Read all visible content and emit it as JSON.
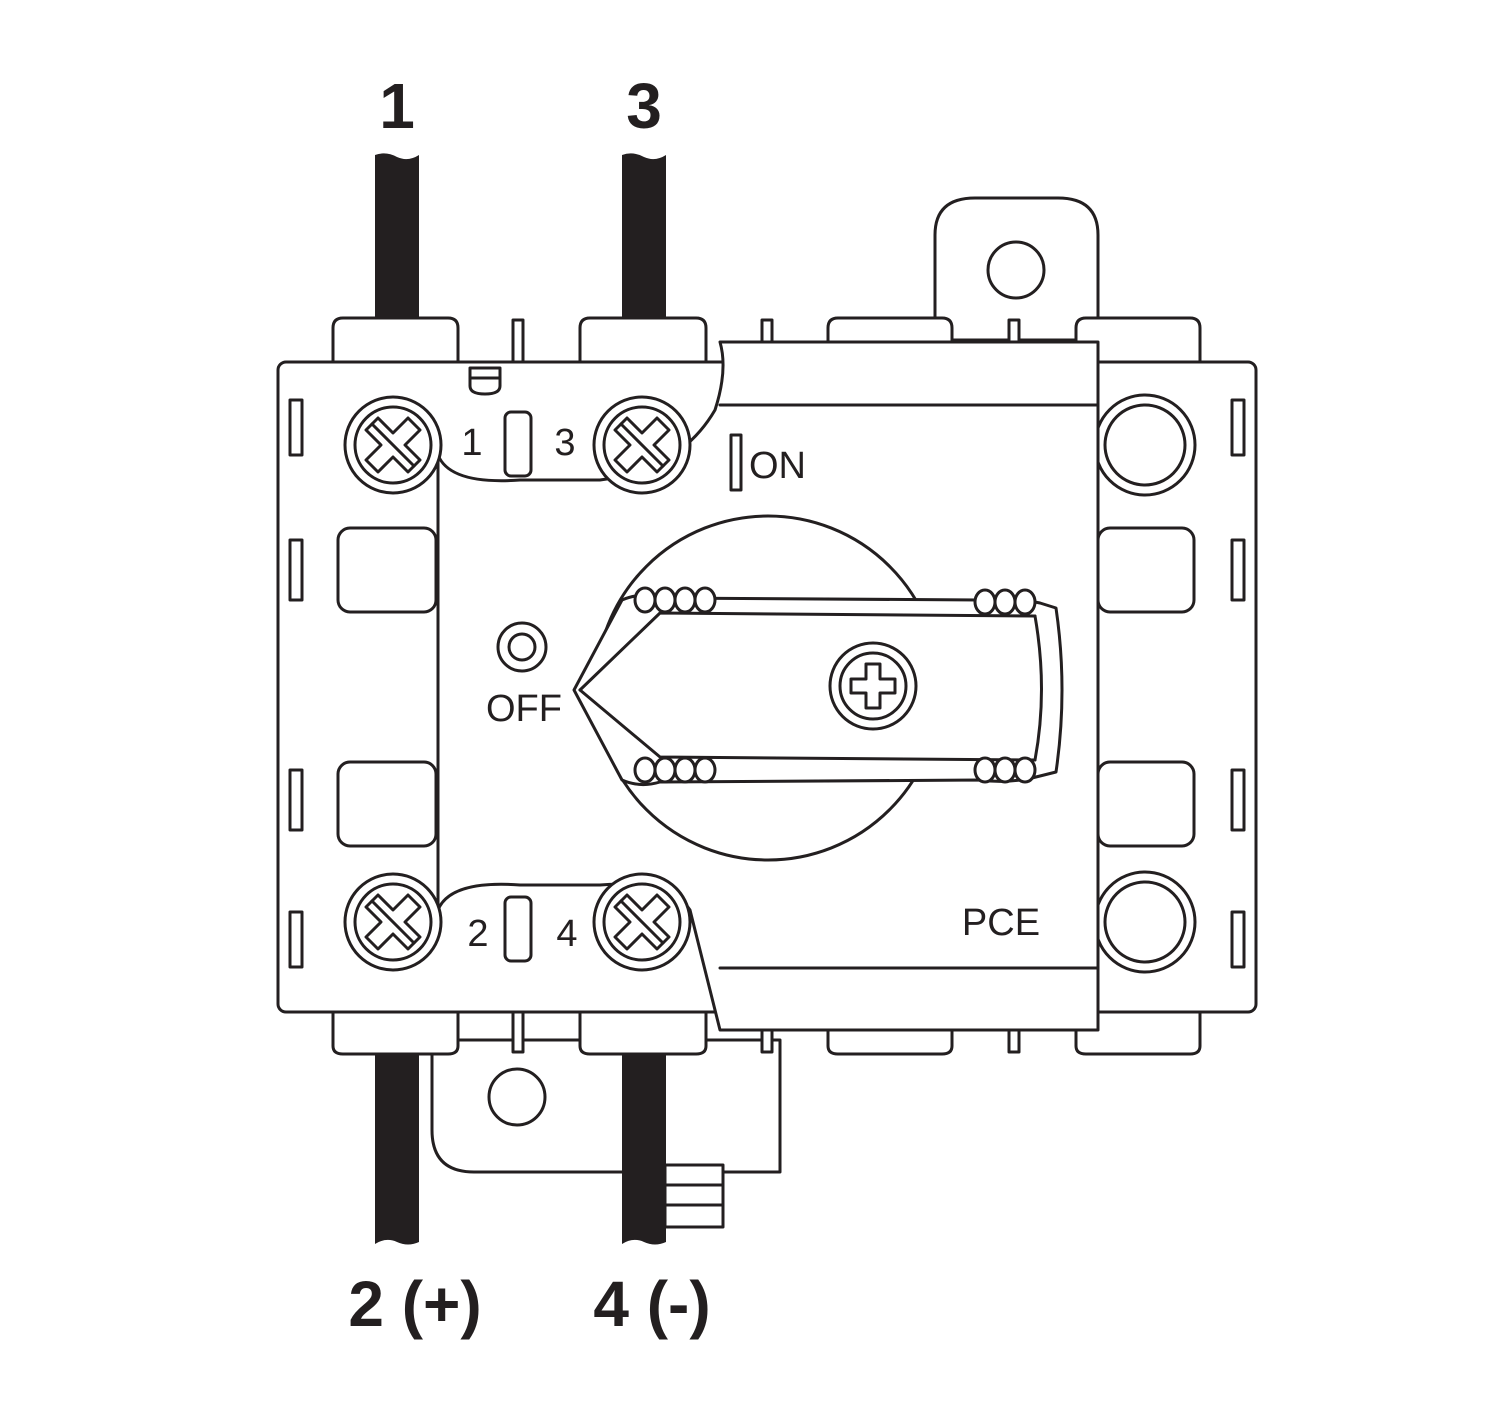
{
  "labels": {
    "terminal_1_top": "1",
    "terminal_3_top": "3",
    "terminal_2_bottom": "2 (+)",
    "terminal_4_bottom": "4 (-)",
    "inner_1": "1",
    "inner_3": "3",
    "inner_2": "2",
    "inner_4": "4",
    "on_label": "ON",
    "off_label": "OFF",
    "brand": "PCE"
  },
  "colors": {
    "line": "#231f20",
    "background": "#ffffff"
  }
}
